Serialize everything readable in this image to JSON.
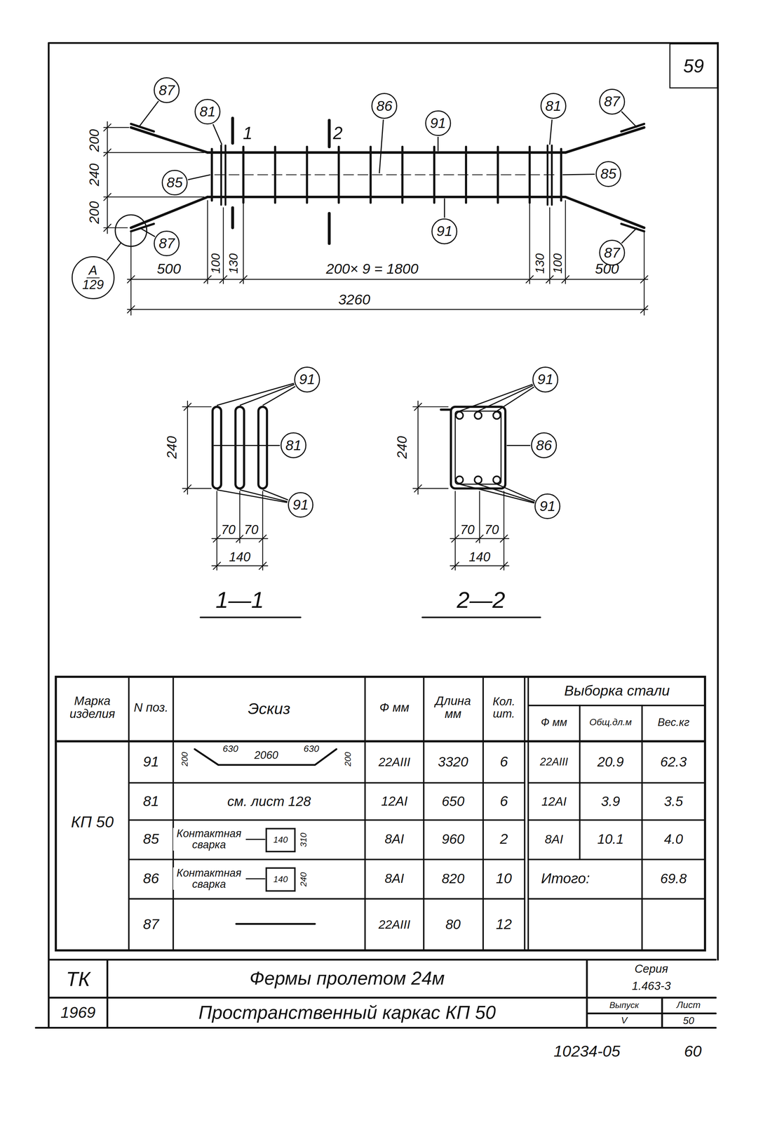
{
  "diagram": {
    "nodes": [
      {
        "text": [
          "59"
        ]
      },
      {
        "text": [
          "87"
        ]
      },
      {
        "text": [
          "81"
        ]
      },
      {
        "text": [
          "86"
        ]
      },
      {
        "text": [
          "91"
        ]
      },
      {
        "text": [
          "81"
        ]
      },
      {
        "text": [
          "87"
        ]
      },
      {
        "text": [
          "85"
        ]
      },
      {
        "text": [
          "85"
        ]
      },
      {
        "text": [
          "91"
        ]
      },
      {
        "text": [
          "87"
        ]
      },
      {
        "text": [
          "87"
        ]
      },
      {
        "text": [
          "А",
          "129"
        ]
      },
      {
        "text": [
          "91"
        ]
      },
      {
        "text": [
          "81"
        ]
      },
      {
        "text": [
          "91"
        ]
      },
      {
        "text": [
          "91"
        ]
      },
      {
        "text": [
          "86"
        ]
      },
      {
        "text": [
          "91"
        ]
      }
    ],
    "labels": [
      "1",
      "2",
      "200",
      "240",
      "200",
      "500",
      "100",
      "130",
      "200× 9 = 1800",
      "130",
      "100",
      "500",
      "3260",
      "240",
      "70",
      "70",
      "140",
      "1—1",
      "240",
      "70",
      "70",
      "140",
      "2—2",
      "Марка изделия",
      "N поз.",
      "Эскиз",
      "Ф мм",
      "Длина мм",
      "Кол. шт.",
      "Выборка стали",
      "Ф мм",
      "Общ.дл.м",
      "Вес.кг",
      "КП 50",
      "91",
      "200",
      "630",
      "2060",
      "630",
      "200",
      "22AIII",
      "3320",
      "6",
      "22AIII",
      "20.9",
      "62.3",
      "81",
      "см. лист 128",
      "12AI",
      "650",
      "6",
      "12AI",
      "3.9",
      "3.5",
      "85",
      "Контактная сварка",
      "140",
      "310",
      "8AI",
      "960",
      "2",
      "8AI",
      "10.1",
      "4.0",
      "86",
      "Контактная сварка",
      "140",
      "240",
      "8AI",
      "820",
      "10",
      "Итого:",
      "69.8",
      "87",
      "22AIII",
      "80",
      "12",
      "ТК",
      "Фермы пролетом 24м",
      "Серия",
      "1.463-3",
      "1969",
      "Пространственный каркас КП 50",
      "Выпуск",
      "V",
      "Лист",
      "50",
      "10234-05",
      "60"
    ]
  }
}
